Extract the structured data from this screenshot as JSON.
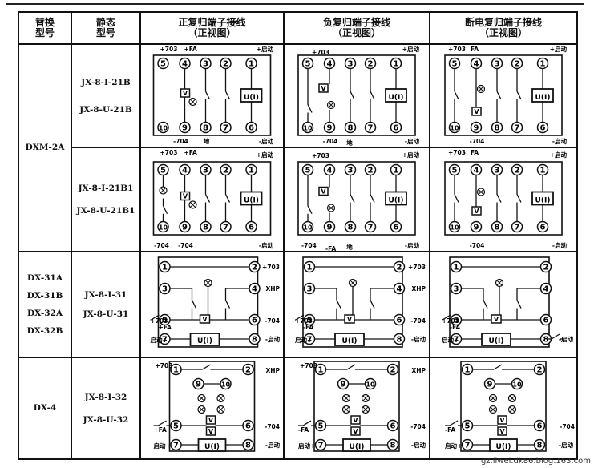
{
  "header": {
    "col1": [
      "替换",
      "型号"
    ],
    "col2": [
      "静态",
      "型号"
    ],
    "col3": [
      "正复归端子接线",
      "（正视图）"
    ],
    "col4": [
      "负复归端子接线",
      "（正视图）"
    ],
    "col5": [
      "断电复归端子接线",
      "（正视图）"
    ]
  },
  "rows": {
    "r1": {
      "old_model": "DXM-2A",
      "jx_a": [
        "JX-8-I-21B",
        "JX-8-U-21B"
      ],
      "jx_b": [
        "JX-8-I-21B1",
        "JX-8-U-21B1"
      ]
    },
    "r2": {
      "old_models": [
        "DX-31A",
        "DX-31B",
        "DX-32A",
        "DX-32B"
      ],
      "jx": [
        "JX-8-I-31",
        "JX-8-U-31"
      ]
    },
    "r3": {
      "old_model": "DX-4",
      "jx": [
        "JX-8-I-32",
        "JX-8-U-32"
      ]
    }
  },
  "labels": {
    "p703": "+703",
    "m704": "-704",
    "qidong_plus": "+启动",
    "qidong_minus": "-启动",
    "qidong_plus2": "启动+",
    "fa": "FA",
    "pfa": "+FA",
    "mfa": "-FA",
    "xhp": "XHP",
    "v": "V",
    "ui": "U(I)",
    "ground": "地"
  },
  "watermark": "gz.liwei.dk86.blog.163.com"
}
